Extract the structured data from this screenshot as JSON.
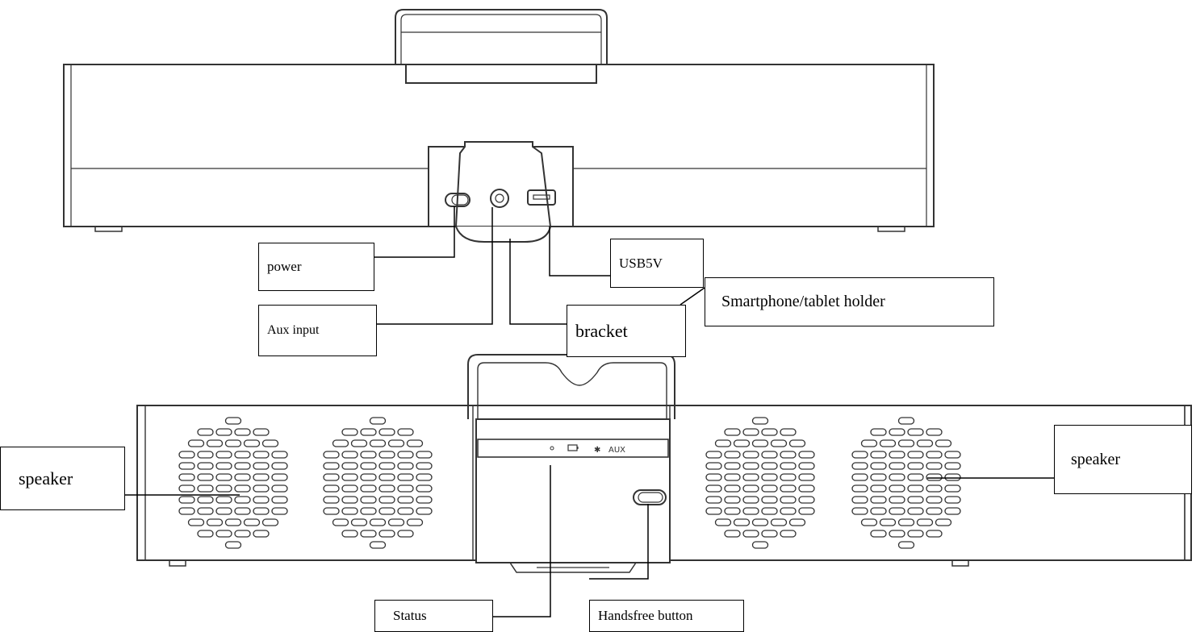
{
  "labels": {
    "power": "power",
    "aux_input": "Aux input",
    "usb": "USB5V",
    "smartphone_holder": "Smartphone/tablet holder",
    "bracket": "bracket",
    "speaker_left": "speaker",
    "speaker_right": "speaker",
    "status": "Status",
    "handsfree_button": "Handsfree button"
  },
  "panel_icons": [
    "status-led-icon",
    "battery-icon",
    "bluetooth-icon",
    "aux-mode-icon"
  ],
  "panel_text": {
    "bluetooth": "✱",
    "aux": "AUX"
  },
  "colors": {
    "line": "#000000",
    "device_stroke": "#333333",
    "background": "#ffffff"
  }
}
